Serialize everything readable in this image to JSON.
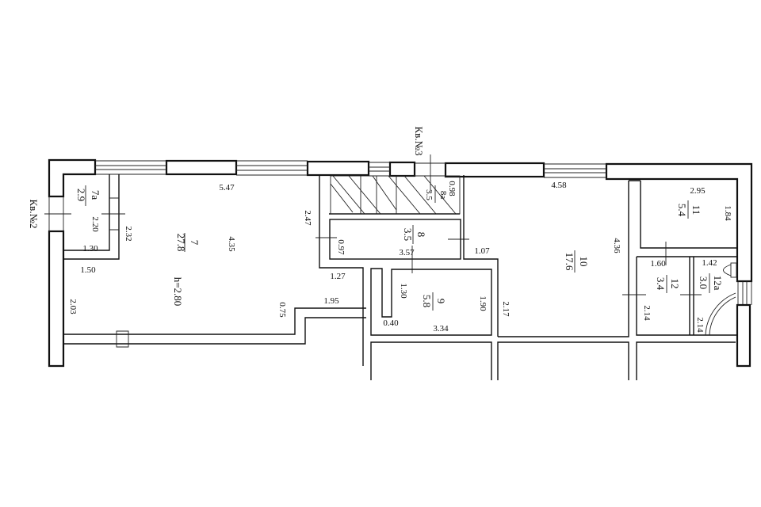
{
  "plan": {
    "neighbors": {
      "apt2": "Кв.№2",
      "apt3": "Кв.№3"
    },
    "ceiling_height": "h=2.80",
    "rooms": [
      {
        "id": "7a",
        "number": "7а",
        "area": "2.9"
      },
      {
        "id": "7",
        "number": "7",
        "area": "27.8"
      },
      {
        "id": "8a",
        "number": "8а",
        "area": "3.5"
      },
      {
        "id": "8",
        "number": "8",
        "area": "3.5"
      },
      {
        "id": "9",
        "number": "9",
        "area": "5.8"
      },
      {
        "id": "10",
        "number": "10",
        "area": "17.6"
      },
      {
        "id": "11",
        "number": "11",
        "area": "5.4"
      },
      {
        "id": "12",
        "number": "12",
        "area": "3.4"
      },
      {
        "id": "12a",
        "number": "12а",
        "area": "3.0"
      }
    ],
    "dimensions": {
      "d547": "5.47",
      "d435": "4.35",
      "d220": "2.20",
      "d232": "2.32",
      "d130a": "1.30",
      "d150": "1.50",
      "d203": "2.03",
      "d075": "0.75",
      "d195": "1.95",
      "d127": "1.27",
      "d247": "2.47",
      "d097": "0.97",
      "d357": "3.57",
      "d098": "0.98",
      "d107": "1.07",
      "d130b": "1.30",
      "d040": "0.40",
      "d334": "3.34",
      "d190": "1.90",
      "d217": "2.17",
      "d458": "4.58",
      "d436": "4.36",
      "d295": "2.95",
      "d184": "1.84",
      "d160": "1.60",
      "d142": "1.42",
      "d214a": "2.14",
      "d214b": "2.14"
    }
  }
}
